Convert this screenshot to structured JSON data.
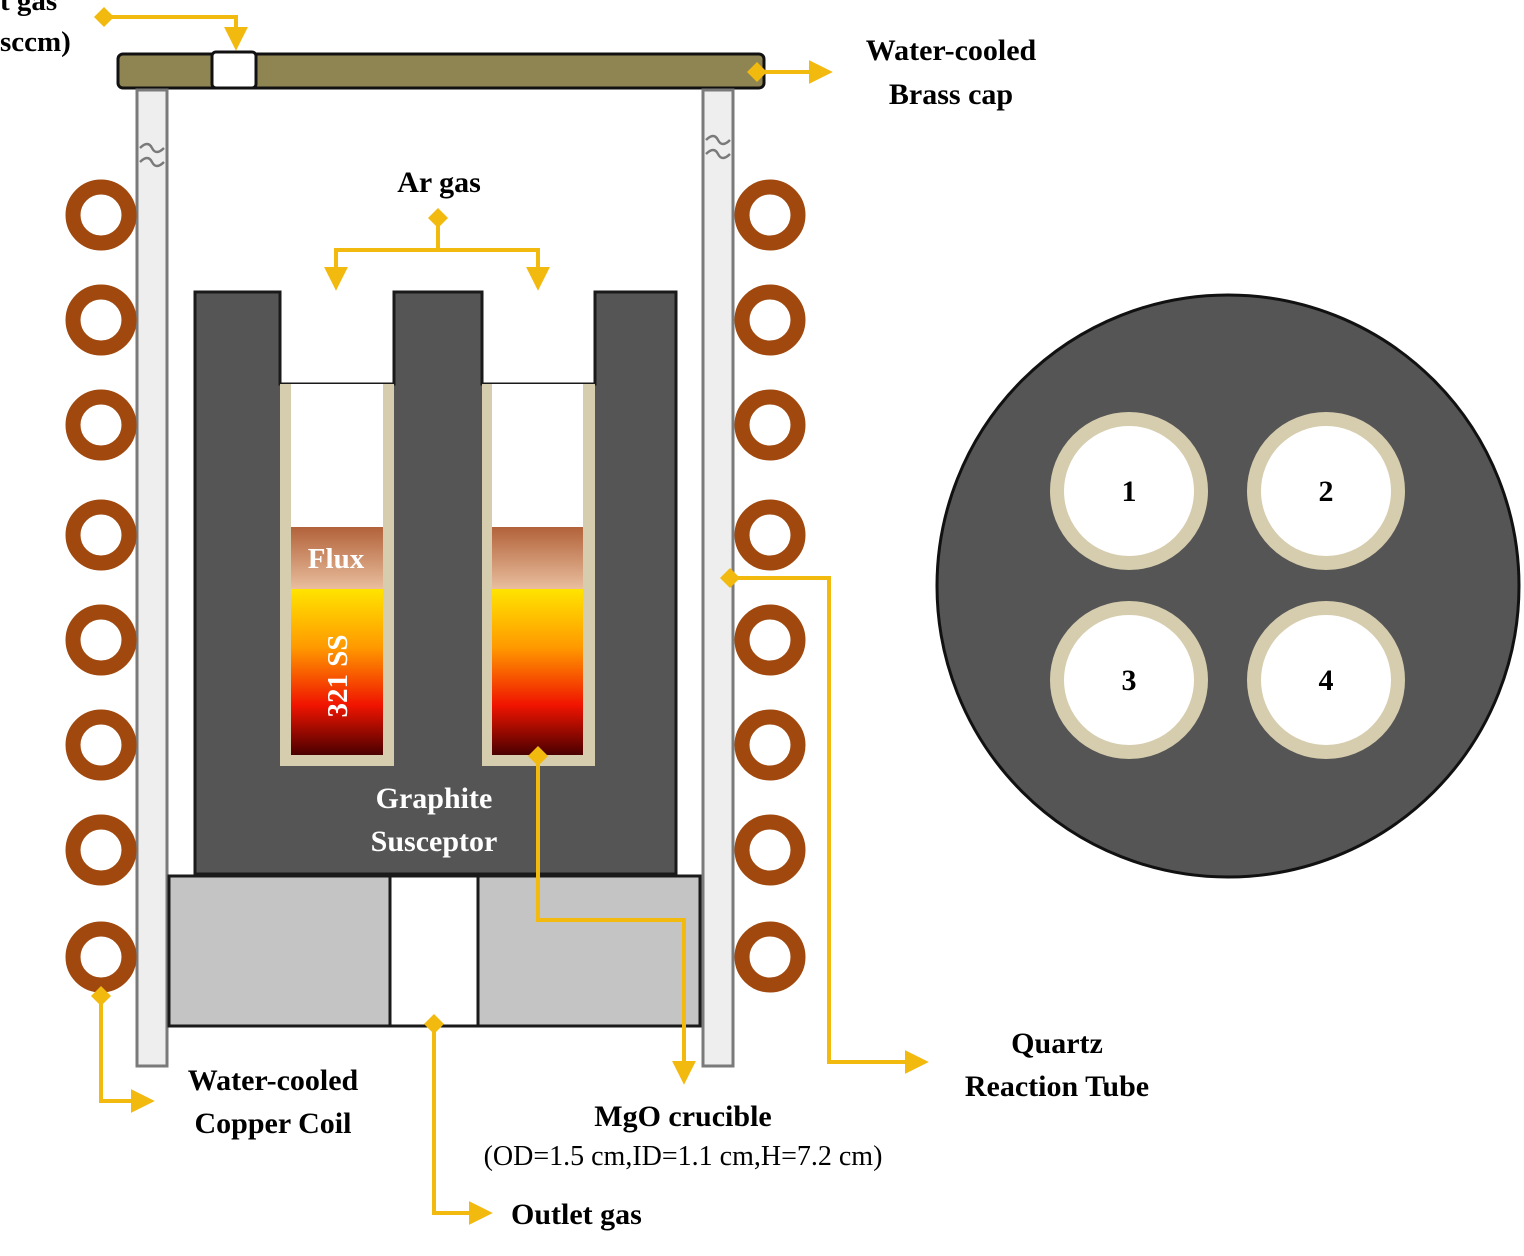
{
  "colors": {
    "leader": "#F2B90F",
    "coil": "#A0480E",
    "graphite": "#555555",
    "brass": "#8F8552",
    "quartz": "#EEEEEE",
    "insulation": "#C4C4C4",
    "crucible_wall": "#D6CDAE",
    "background": "#FFFFFF"
  },
  "labels": {
    "inlet_line1": "t gas",
    "inlet_line2": "sccm)",
    "brass_cap_line1": "Water-cooled",
    "brass_cap_line2": "Brass cap",
    "ar_gas": "Ar gas",
    "flux": "Flux",
    "steel": "321 SS",
    "susceptor_line1": "Graphite",
    "susceptor_line2": "Susceptor",
    "coil_line1": "Water-cooled",
    "coil_line2": "Copper Coil",
    "crucible_title": "MgO crucible",
    "crucible_dims": "(OD=1.5 cm,ID=1.1 cm,H=7.2 cm)",
    "outlet_gas": "Outlet gas",
    "quartz_line1": "Quartz",
    "quartz_line2": "Reaction Tube"
  },
  "top_view": {
    "crucibles": [
      "1",
      "2",
      "3",
      "4"
    ]
  }
}
